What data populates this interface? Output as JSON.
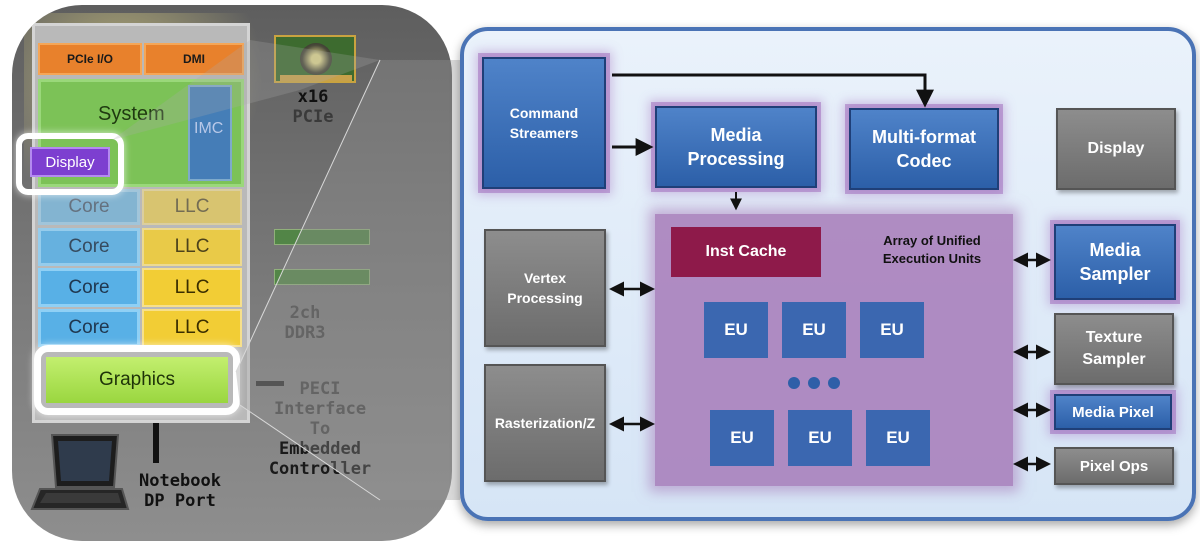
{
  "left": {
    "pcie_io": "PCIe I/O",
    "dmi": "DMI",
    "system": "System",
    "imc": "IMC",
    "display": "Display",
    "cores": [
      "Core",
      "Core",
      "Core",
      "Core"
    ],
    "llcs": [
      "LLC",
      "LLC",
      "LLC",
      "LLC"
    ],
    "graphics": "Graphics",
    "pcie_label": [
      "x16",
      "PCIe"
    ],
    "ddr_label": [
      "2ch",
      "DDR3"
    ],
    "peci_label": [
      "PECI",
      "Interface",
      "To",
      "Embedded",
      "Controller"
    ],
    "dp_label": [
      "Notebook",
      "DP Port"
    ]
  },
  "right": {
    "command_streamers": [
      "Command",
      "Streamers"
    ],
    "media_processing": [
      "Media",
      "Processing"
    ],
    "codec": [
      "Multi-format",
      "Codec"
    ],
    "display": "Display",
    "vertex": [
      "Vertex",
      "Processing"
    ],
    "raster": "Rasterization/Z",
    "inst_cache": "Inst Cache",
    "array_label": [
      "Array of Unified",
      "Execution Units"
    ],
    "eu_top": [
      "EU",
      "EU",
      "EU"
    ],
    "eu_bottom": [
      "EU",
      "EU",
      "EU"
    ],
    "media_sampler": [
      "Media",
      "Sampler"
    ],
    "texture_sampler": [
      "Texture",
      "Sampler"
    ],
    "media_pixel": "Media Pixel",
    "pixel_ops": "Pixel Ops"
  },
  "colors": {
    "die_orange": "#e8812c",
    "core_blue": "#58b0e6",
    "llc_yellow": "#f2cd35",
    "graphics_green": "#a8e04e",
    "panel_blue": "#4a73b5",
    "block_blue": "#2c5fa8",
    "eu_array_purple": "#a67ab8",
    "inst_cache_red": "#8e1a4a",
    "block_grey": "#7a7a7a"
  }
}
